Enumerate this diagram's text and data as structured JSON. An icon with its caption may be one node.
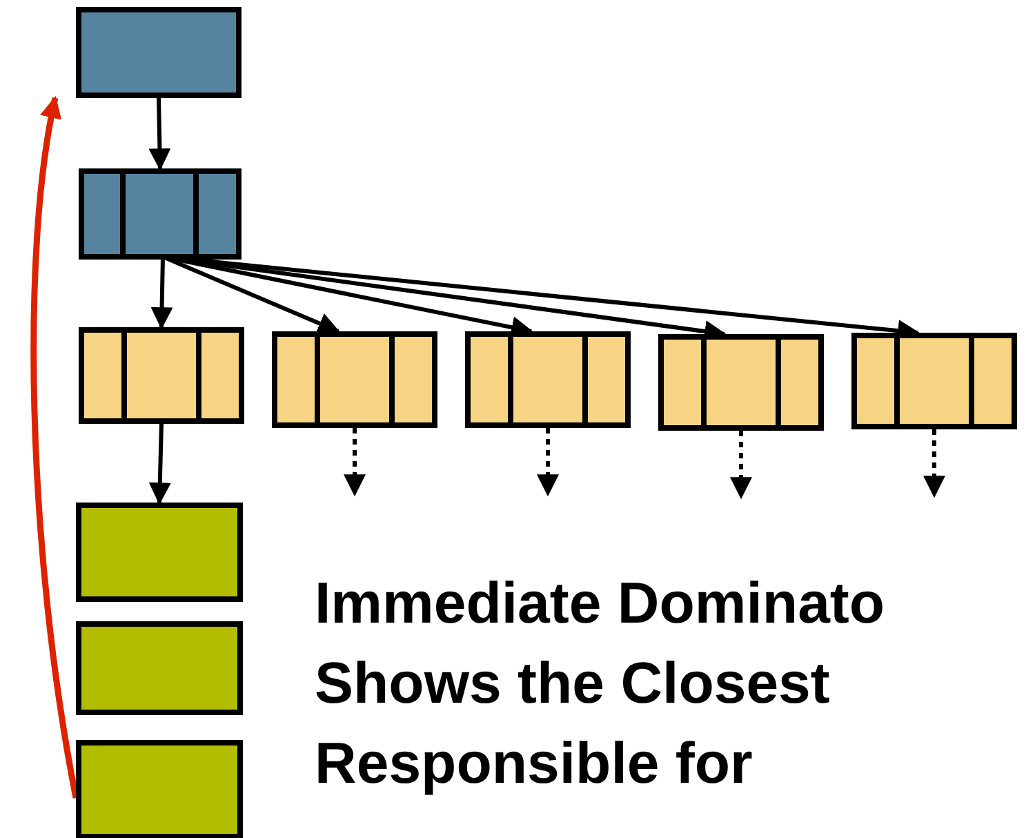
{
  "diagram": {
    "nodes": [
      {
        "text": [],
        "shape": "box"
      },
      {
        "text": [],
        "shape": "box"
      },
      {
        "text": [],
        "shape": "box"
      },
      {
        "text": [],
        "shape": "box"
      },
      {
        "text": [],
        "shape": "box"
      },
      {
        "text": [],
        "shape": "box"
      },
      {
        "text": [],
        "shape": "box"
      },
      {
        "text": [],
        "shape": "box"
      },
      {
        "text": [],
        "shape": "box"
      },
      {
        "text": [],
        "shape": "box"
      }
    ],
    "edges": [
      {
        "from": 0,
        "to": 1,
        "arrow": "to"
      },
      {
        "from": 1,
        "to": 2,
        "arrow": "to"
      },
      {
        "from": 1,
        "to": 3,
        "arrow": "to"
      },
      {
        "from": 1,
        "to": 4,
        "arrow": "to"
      },
      {
        "from": 1,
        "to": 5,
        "arrow": "to"
      },
      {
        "from": 1,
        "to": 6,
        "arrow": "to"
      },
      {
        "from": 2,
        "to": 7,
        "arrow": "to"
      },
      {
        "from": 3,
        "to": null,
        "arrow": "to",
        "style": "dashed"
      },
      {
        "from": 4,
        "to": null,
        "arrow": "to",
        "style": "dashed"
      },
      {
        "from": 5,
        "to": null,
        "arrow": "to",
        "style": "dashed"
      },
      {
        "from": 6,
        "to": null,
        "arrow": "to",
        "style": "dashed"
      },
      {
        "from": 9,
        "to": 0,
        "arrow": "to",
        "color": "#dd2200"
      }
    ],
    "labels": [
      "Immediate Dominato Shows the Closest Responsible for"
    ]
  }
}
